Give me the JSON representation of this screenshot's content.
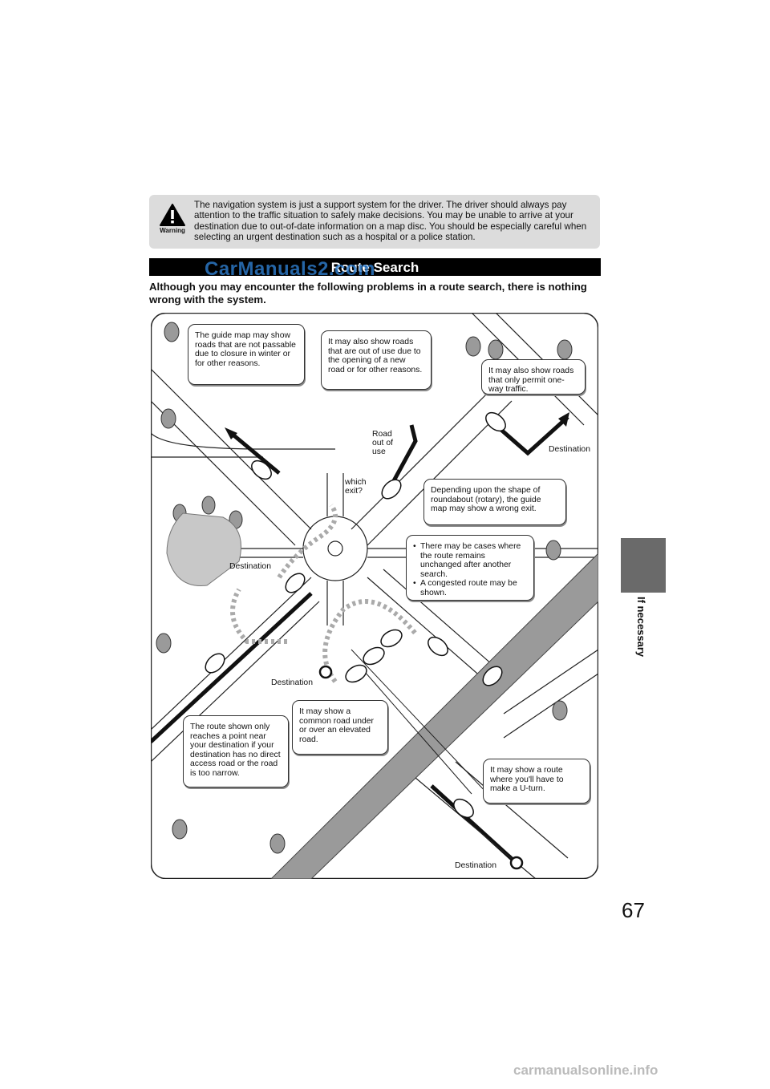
{
  "warning": {
    "label": "Warning",
    "text": "The navigation system is just a support system for the driver. The driver should always pay attention to the traffic situation to safely make decisions. You may be unable to arrive at your destination due to out-of-date information on a map disc. You should be especially careful when selecting an urgent destination such as a hospital or a police station."
  },
  "section_title": "Route Search",
  "watermark": "CarManuals2.com",
  "intro": "Although you may encounter the following problems in a route search, there is nothing wrong with the system.",
  "map": {
    "callouts": {
      "closure": "The guide map may show roads that are not passable due to closure in winter or for other reasons.",
      "new_road": "It may also show roads that are out of use due to the opening of a new road or for other reasons.",
      "one_way": "It may also show roads that only permit one-way traffic.",
      "roundabout": "Depending upon the shape of roundabout (rotary), the guide map may show a wrong exit.",
      "cases": [
        "There may be cases where the route remains unchanged after another search.",
        "A congested route may be shown."
      ],
      "near_point": "The route shown only reaches a point near your destination if your destination has no direct access road or the road is too narrow.",
      "elevated": "It may show a common road under or over an elevated road.",
      "u_turn": "It may show a route where you'll have to make a U-turn."
    },
    "labels": {
      "road_out": "Road out of use",
      "which_exit": "which exit?",
      "destination": "Destination"
    }
  },
  "side_tab": {
    "label": "If necessary",
    "color": "#6a6a6a"
  },
  "page_number": "67",
  "footer_url": "carmanualsonline.info"
}
